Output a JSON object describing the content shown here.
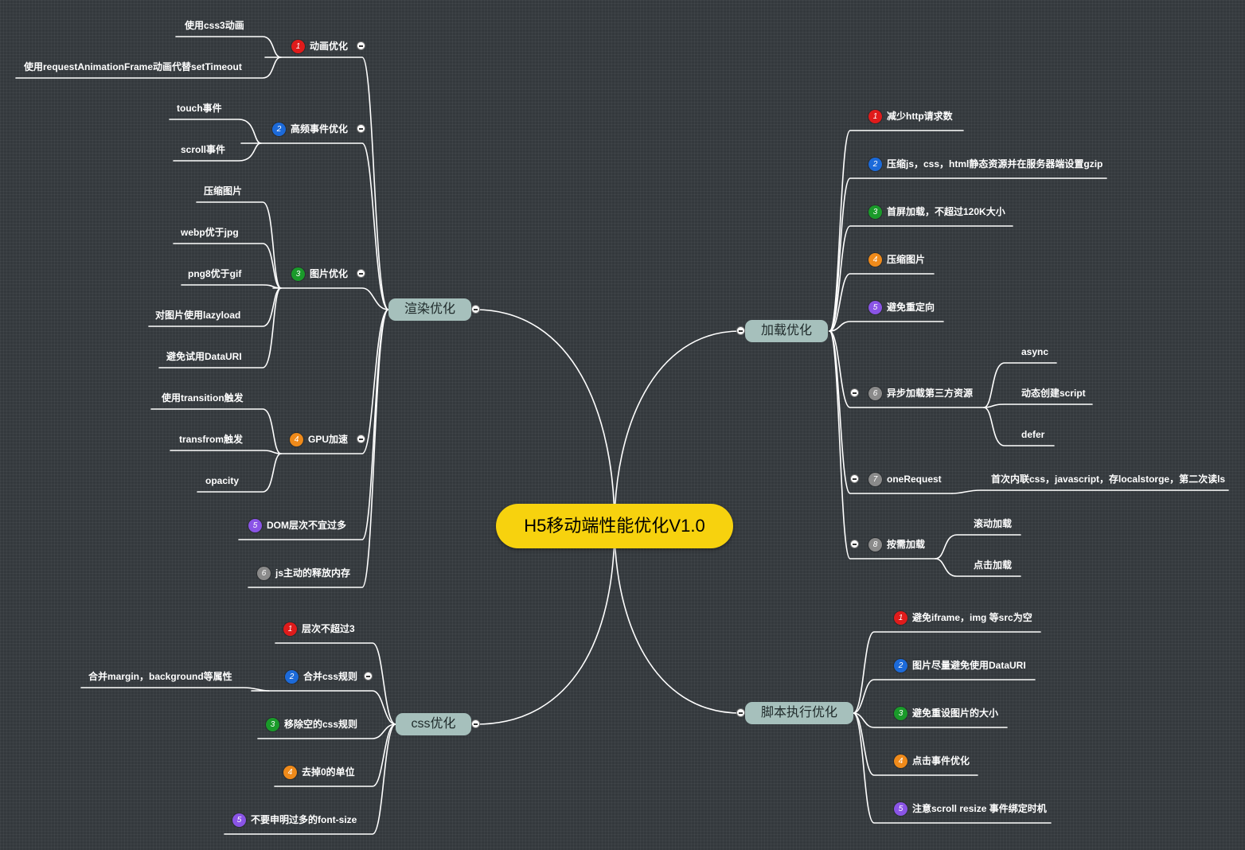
{
  "central": "H5移动端性能优化V1.0",
  "colors": {
    "background": "#34393d",
    "central": "#f7d20e",
    "branch": "#a6c0bc",
    "line": "#ffffff",
    "badge_1": "#e01b1b",
    "badge_2": "#1c6ad9",
    "badge_3": "#1a9a2a",
    "badge_4": "#ef8a1a",
    "badge_5": "#8a54e6",
    "badge_6": "#8a8a8a",
    "badge_7": "#8a8a8a",
    "badge_8": "#8a8a8a"
  },
  "render": {
    "label": "渲染优化",
    "items": [
      {
        "badge": "1",
        "label": "动画优化",
        "children": [
          "使用css3动画",
          "使用requestAnimationFrame动画代替setTimeout"
        ]
      },
      {
        "badge": "2",
        "label": "高频事件优化",
        "children": [
          "touch事件",
          "scroll事件"
        ]
      },
      {
        "badge": "3",
        "label": "图片优化",
        "children": [
          "压缩图片",
          "webp优于jpg",
          "png8优于gif",
          "对图片使用lazyload",
          "避免试用DataURI"
        ]
      },
      {
        "badge": "4",
        "label": "GPU加速",
        "children": [
          "使用transition触发",
          "transfrom触发",
          "opacity"
        ]
      },
      {
        "badge": "5",
        "label": "DOM层次不宜过多",
        "children": []
      },
      {
        "badge": "6",
        "label": "js主动的释放内存",
        "children": []
      }
    ]
  },
  "load": {
    "label": "加载优化",
    "items": [
      {
        "badge": "1",
        "label": "减少http请求数",
        "children": []
      },
      {
        "badge": "2",
        "label": "压缩js，css，html静态资源并在服务器端设置gzip",
        "children": []
      },
      {
        "badge": "3",
        "label": "首屏加载，不超过120K大小",
        "children": []
      },
      {
        "badge": "4",
        "label": "压缩图片",
        "children": []
      },
      {
        "badge": "5",
        "label": "避免重定向",
        "children": []
      },
      {
        "badge": "6",
        "label": "异步加载第三方资源",
        "children": [
          "async",
          "动态创建script",
          "defer"
        ]
      },
      {
        "badge": "7",
        "label": "oneRequest",
        "children": [
          "首次内联css，javascript，存localstorge，第二次读ls"
        ]
      },
      {
        "badge": "8",
        "label": "按需加载",
        "children": [
          "滚动加载",
          "点击加载"
        ]
      }
    ]
  },
  "css": {
    "label": "css优化",
    "items": [
      {
        "badge": "1",
        "label": "层次不超过3",
        "children": []
      },
      {
        "badge": "2",
        "label": "合并css规则",
        "children": [
          "合并margin，background等属性"
        ]
      },
      {
        "badge": "3",
        "label": "移除空的css规则",
        "children": []
      },
      {
        "badge": "4",
        "label": "去掉0的单位",
        "children": []
      },
      {
        "badge": "5",
        "label": "不要申明过多的font-size",
        "children": []
      }
    ]
  },
  "script": {
    "label": "脚本执行优化",
    "items": [
      {
        "badge": "1",
        "label": "避免iframe，img 等src为空",
        "children": []
      },
      {
        "badge": "2",
        "label": "图片尽量避免使用DataURI",
        "children": []
      },
      {
        "badge": "3",
        "label": "避免重设图片的大小",
        "children": []
      },
      {
        "badge": "4",
        "label": "点击事件优化",
        "children": []
      },
      {
        "badge": "5",
        "label": "注意scroll resize 事件绑定时机",
        "children": []
      }
    ]
  }
}
